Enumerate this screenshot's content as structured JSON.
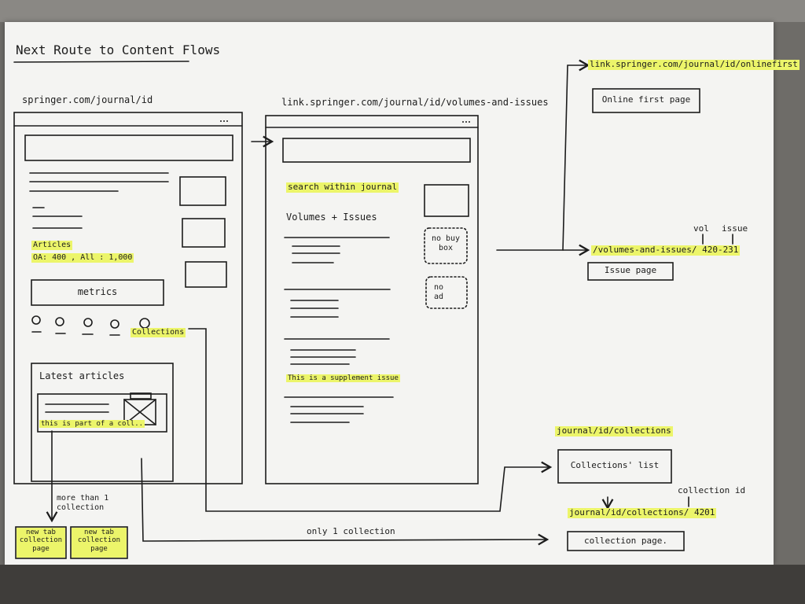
{
  "title": "Next Route to Content Flows",
  "urls": {
    "journal": "springer.com/journal/id",
    "volumes": "link.springer.com/journal/id/volumes-and-issues",
    "onlinefirst": "link.springer.com/journal/id/onlinefirst",
    "issue_path": "/volumes-and-issues/ 420-231",
    "collections": "journal/id/collections",
    "collection_path": "journal/id/collections/ 4201"
  },
  "labels": {
    "vol": "vol",
    "issue": "issue",
    "collection_id": "collection id"
  },
  "wireframe_journal": {
    "articles_title": "Articles",
    "articles_counts": "OA: 400 , All : 1,000",
    "metrics": "metrics",
    "collections": "Collections",
    "latest_articles": "Latest articles",
    "part_of_note": "this is part of a coll.."
  },
  "wireframe_volumes": {
    "search": "search within journal",
    "volumes_title": "Volumes + Issues",
    "no_buy_box": "no buy box",
    "no_ad": "no ad",
    "supplement": "This is a supplement issue"
  },
  "pages": {
    "online_first": "Online first page",
    "issue_page": "Issue page",
    "collections_list": "Collections' list",
    "collection_page": "collection page.",
    "new_tab_1": "new tab collection page",
    "new_tab_2": "new tab collection page"
  },
  "flow_labels": {
    "more_than_one": "more than 1 collection",
    "only_one": "only 1 collection"
  }
}
